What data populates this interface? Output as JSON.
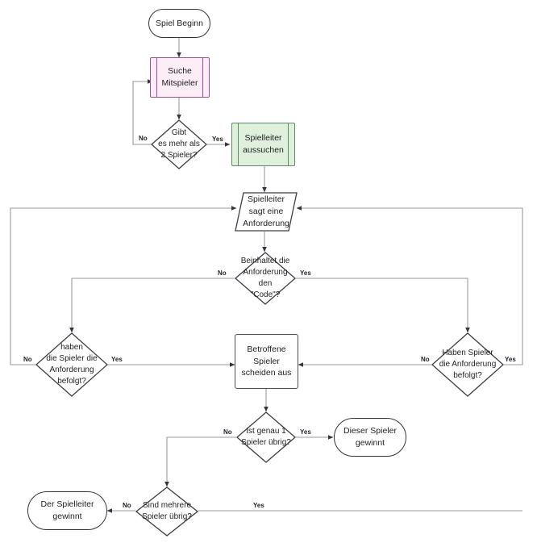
{
  "diagram": {
    "title": "Spiel Ablauf Flussdiagramm",
    "colors": {
      "edge": "#9a9a9d",
      "edge_dark": "#6d7076",
      "node_border": "#3a3e45",
      "pink_fill": "#fcedf7",
      "pink_border": "#9b4f96",
      "green_fill": "#dff0dd",
      "green_border": "#5f8a62",
      "text": "#1f1f1f"
    },
    "nodes": [
      {
        "id": "start",
        "label": "Spiel Beginn",
        "shape": "terminator"
      },
      {
        "id": "suche",
        "label": "Suche\nMitspieler",
        "shape": "predefined-process"
      },
      {
        "id": "mehr2",
        "label": "Gibt\nes mehr als\n2 Spieler?",
        "shape": "decision"
      },
      {
        "id": "spielleiter",
        "label": "Spielleiter\naussuchen",
        "shape": "predefined-process-green"
      },
      {
        "id": "anforderung",
        "label": "Spielleiter\nsagt eine\nAnforderung",
        "shape": "data-parallelogram"
      },
      {
        "id": "code",
        "label": "Beinhaltet die\nAnforderung den\n\"Code\"?",
        "shape": "decision"
      },
      {
        "id": "befolgt_l",
        "label": "haben\ndie Spieler die\nAnforderung\nbefolgt?",
        "shape": "decision"
      },
      {
        "id": "befolgt_r",
        "label": "Haben Spieler\ndie Anforderung\nbefolgt?",
        "shape": "decision"
      },
      {
        "id": "scheiden",
        "label": "Betroffene Spieler\nscheiden aus",
        "shape": "process"
      },
      {
        "id": "genau1",
        "label": "Ist genau 1\nSpieler übrig?",
        "shape": "decision"
      },
      {
        "id": "gewinnt",
        "label": "Dieser Spieler\ngewinnt",
        "shape": "terminator"
      },
      {
        "id": "mehrere",
        "label": "Sind mehrere\nSpieler übrig?",
        "shape": "decision"
      },
      {
        "id": "sl_gewinnt",
        "label": "Der Spielleiter\ngewinnt",
        "shape": "terminator"
      }
    ],
    "edge_labels": {
      "mehr2_no": "No",
      "mehr2_yes": "Yes",
      "code_no": "No",
      "code_yes": "Yes",
      "befolgt_l_no": "No",
      "befolgt_l_yes": "Yes",
      "befolgt_r_no": "No",
      "befolgt_r_yes": "Yes",
      "genau1_no": "No",
      "genau1_yes": "Yes",
      "mehrere_no": "No",
      "mehrere_yes": "Yes"
    }
  }
}
